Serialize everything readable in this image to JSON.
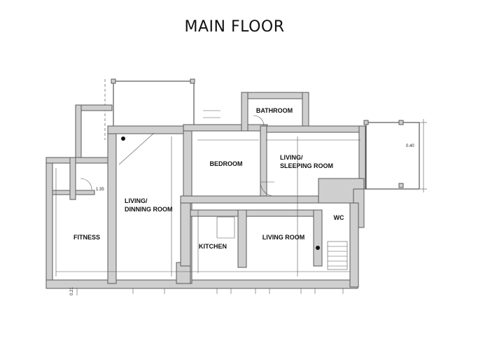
{
  "title": "MAIN FLOOR",
  "rooms": {
    "bathroom": "BATHROOM",
    "bedroom": "BEDROOM",
    "living_sleeping_line1": "LIVING/",
    "living_sleeping_line2": "SLEEPING ROOM",
    "living_dinning_line1": "LIVING/",
    "living_dinning_line2": "DINNING ROOM",
    "fitness": "FITNESS",
    "kitchen": "KITCHEN",
    "living_room": "LIVING ROOM",
    "wc": "WC"
  },
  "dimensions": {
    "d1": "1.35",
    "d2": "0.40",
    "d3": "0.21"
  }
}
